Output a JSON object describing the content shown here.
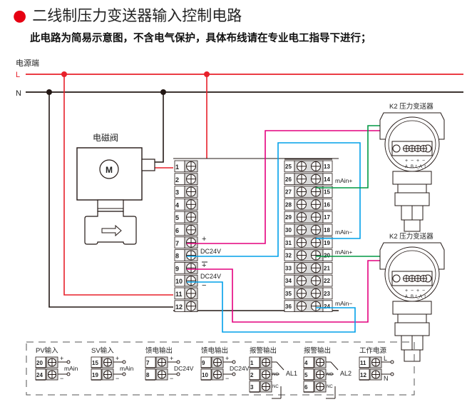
{
  "header": {
    "bullet": "●",
    "title": "二线制压力变送器输入控制电路",
    "subtitle": "此电路为简易示意图，不含电气保护，具体布线请在专业电工指导下进行；"
  },
  "power": {
    "label": "电源端",
    "line_L": "L",
    "line_N": "N"
  },
  "valve": {
    "label": "电磁阀",
    "motor": "M"
  },
  "terminal_left": {
    "numbers": [
      "1",
      "2",
      "3",
      "4",
      "5",
      "6",
      "7",
      "8",
      "9",
      "10",
      "11",
      "12"
    ],
    "labels": {
      "plus1": "+",
      "dc1": "DC24V",
      "minus_plus": "+",
      "dc2": "DC24V",
      "minus2": "−"
    }
  },
  "terminal_right": {
    "left_numbers": [
      "25",
      "26",
      "27",
      "28",
      "29",
      "30",
      "31",
      "32",
      "33",
      "34",
      "35",
      "36"
    ],
    "right_numbers": [
      "13",
      "14",
      "15",
      "16",
      "17",
      "18",
      "19",
      "20",
      "21",
      "22",
      "23",
      "24"
    ],
    "labels": {
      "t14": "mAin+",
      "t18": "mAin−",
      "t20": "mAin+",
      "t24": "mAin−"
    }
  },
  "transmitters": [
    {
      "label": "K2 压力变送器",
      "terminals": [
        "+",
        "−",
        "+",
        "−"
      ],
      "terminal_letters": [
        "A",
        "B",
        "t_A_t"
      ]
    },
    {
      "label": "K2 压力变送器",
      "terminals": [
        "+",
        "−",
        "+",
        "−"
      ],
      "terminal_letters": [
        "A",
        "B",
        "t_A_t"
      ]
    }
  ],
  "legend": {
    "groups": [
      {
        "title": "PV输入",
        "terms": [
          "20",
          "24"
        ],
        "signs": [
          "+",
          "−"
        ],
        "note": "mAin"
      },
      {
        "title": "SV输入",
        "terms": [
          "15",
          "19"
        ],
        "signs": [
          "+",
          "−"
        ],
        "note": "mAin"
      },
      {
        "title": "馈电输出",
        "terms": [
          "7",
          "8"
        ],
        "signs": [
          "+",
          "−"
        ],
        "note": "DC24V"
      },
      {
        "title": "馈电输出",
        "terms": [
          "9",
          "10"
        ],
        "signs": [
          "+",
          "−"
        ],
        "note": "DC24V"
      },
      {
        "title": "报警输出",
        "terms": [
          "1",
          "2",
          "3"
        ],
        "contacts": [
          "NO",
          "NC"
        ],
        "note": "AL1"
      },
      {
        "title": "报警输出",
        "terms": [
          "4",
          "5",
          "6"
        ],
        "contacts": [
          "NO",
          "NC"
        ],
        "note": "AL2"
      },
      {
        "title": "工作电源",
        "terms": [
          "11",
          "12"
        ],
        "signs": [
          "L",
          "N"
        ]
      }
    ]
  },
  "colors": {
    "live": "#e8202a",
    "neutral": "#231815",
    "magenta": "#e4007f",
    "cyan": "#00a0e9",
    "green": "#009944",
    "terminal_fill": "#d9d9d9"
  }
}
